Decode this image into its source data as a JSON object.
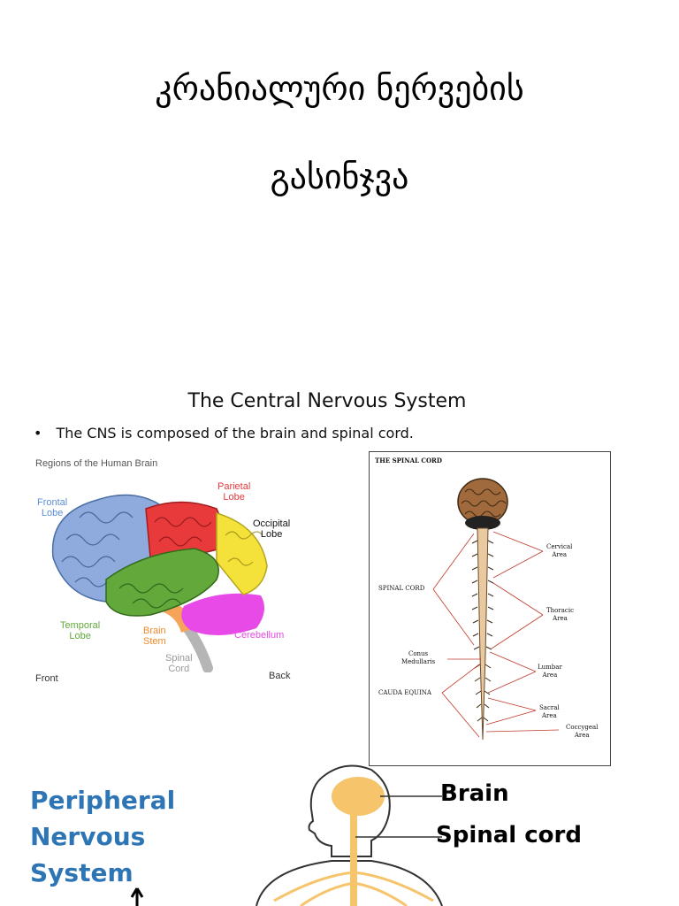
{
  "title": {
    "line1": "კრანიალური ნერვების",
    "line2": "გასინჯვა"
  },
  "slide": {
    "heading": "The Central Nervous System",
    "bullet": "The CNS is composed of the brain and spinal cord."
  },
  "brain_diagram": {
    "caption": "Regions of the Human Brain",
    "labels": {
      "frontal_1": "Frontal",
      "frontal_2": "Lobe",
      "parietal_1": "Parietal",
      "parietal_2": "Lobe",
      "occipital_1": "Occipital",
      "occipital_2": "Lobe",
      "temporal_1": "Temporal",
      "temporal_2": "Lobe",
      "brainstem_1": "Brain",
      "brainstem_2": "Stem",
      "spinal_1": "Spinal",
      "spinal_2": "Cord",
      "cerebellum": "Cerebellum",
      "front": "Front",
      "back": "Back"
    },
    "colors": {
      "frontal": "#8faadc",
      "parietal": "#e8393b",
      "occipital": "#f4e23a",
      "temporal": "#62a83a",
      "brainstem": "#f5a45a",
      "cerebellum": "#e84ae8",
      "spinal": "#b5b5b5"
    }
  },
  "spinal_diagram": {
    "caption": "THE SPINAL CORD",
    "labels": {
      "spinal_cord": "SPINAL CORD",
      "conus_1": "Conus",
      "conus_2": "Medullaris",
      "cauda": "CAUDA EQUINA",
      "cervical_1": "Cervical",
      "cervical_2": "Area",
      "thoracic_1": "Thoracic",
      "thoracic_2": "Area",
      "lumbar_1": "Lumbar",
      "lumbar_2": "Area",
      "sacral_1": "Sacral",
      "sacral_2": "Area",
      "coccygeal_1": "Coccygeal",
      "coccygeal_2": "Area"
    }
  },
  "pns": {
    "title_1": "Peripheral",
    "title_2": "Nervous",
    "title_3": "System",
    "brain_label": "Brain",
    "spinal_label": "Spinal cord",
    "color": "#2e75b6"
  }
}
